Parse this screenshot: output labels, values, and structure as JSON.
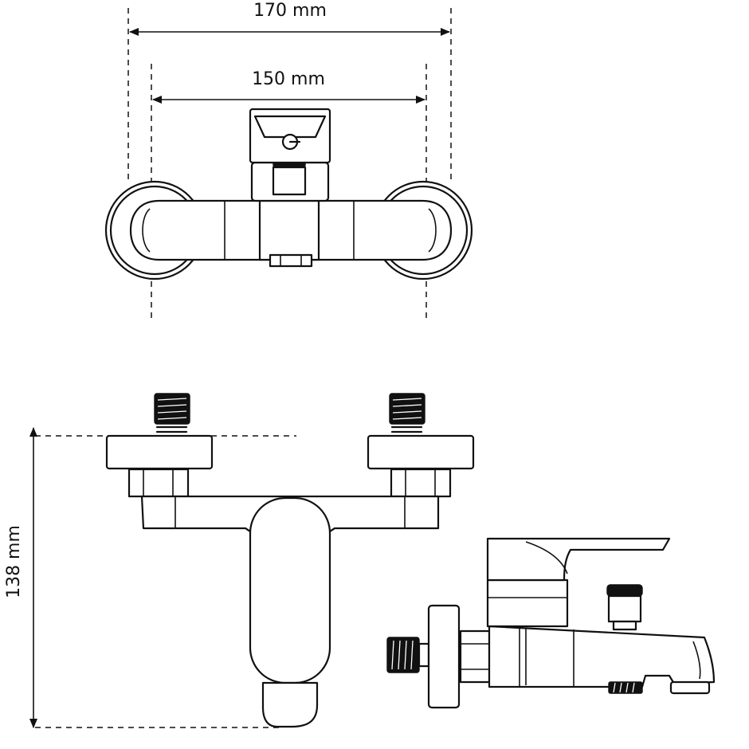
{
  "dimensions": {
    "outer_width": "170 mm",
    "inner_width": "150 mm",
    "height": "138 mm"
  },
  "colors": {
    "line": "#111111",
    "background": "#ffffff"
  }
}
